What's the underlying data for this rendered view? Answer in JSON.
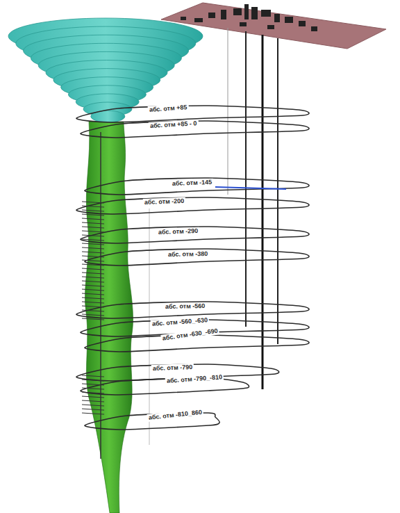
{
  "diagram": {
    "labels": [
      "абс. отм +85",
      "абс. отм +85 - 0",
      "абс. отм -145",
      "абс. отм -200",
      "абс. отм -290",
      "абс. отм -380",
      "абс. отм -560",
      "абс. отм -560_-630",
      "абс. отм -630_-690",
      "абс. отм -790",
      "абс. отм -790_-810",
      "абс. отм -810_860"
    ]
  }
}
